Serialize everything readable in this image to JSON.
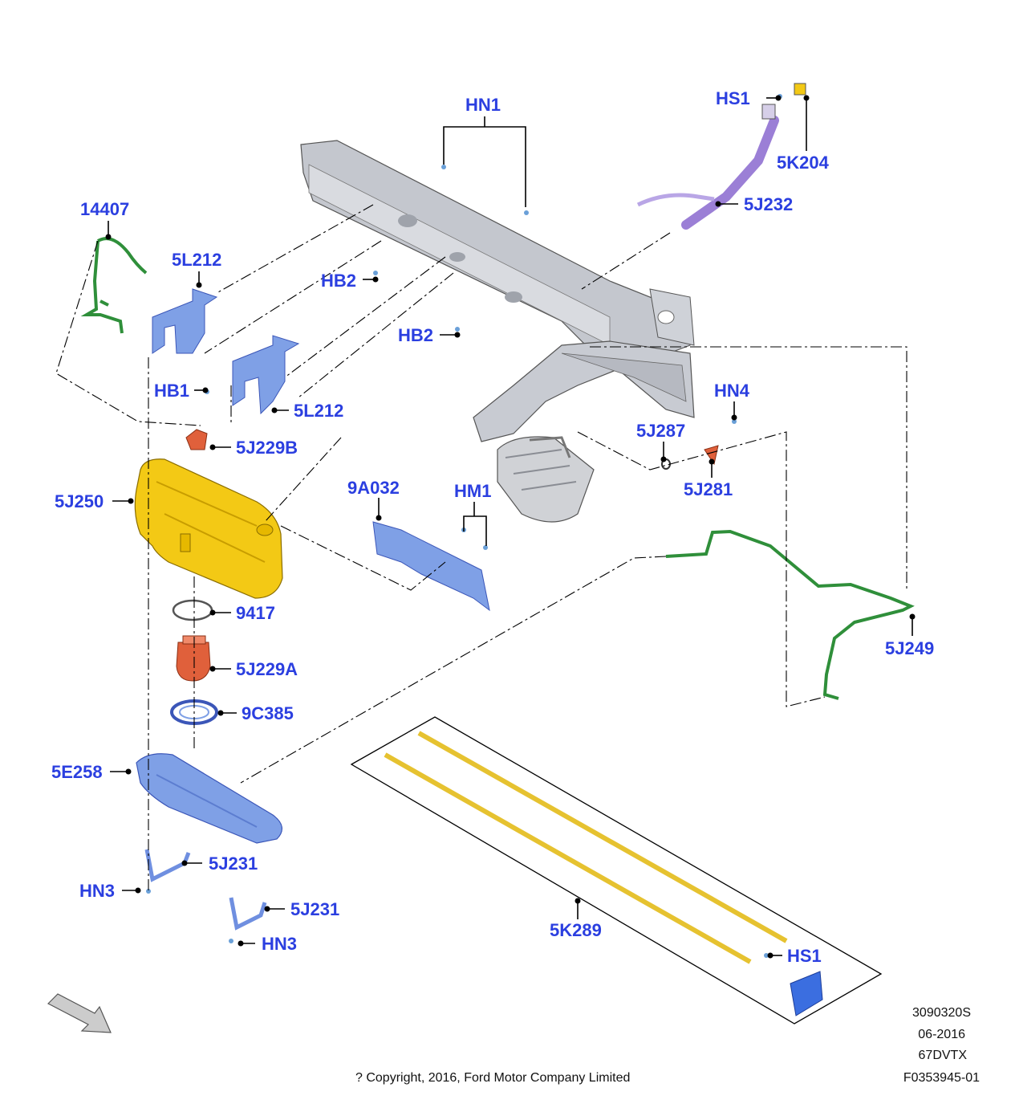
{
  "colors": {
    "callout": "#2b3fe0",
    "frame": "#b9bcc4",
    "tank": "#f3c915",
    "shield": "#7fa0e6",
    "bracket": "#6f8fe0",
    "harness": "#2f8f3a",
    "pump": "#e0603b",
    "filler_pipe": "#9b7fd6",
    "strap": "#e6c230",
    "arrow": "#cccccc"
  },
  "callouts": {
    "hn1": "HN1",
    "hs1_top": "HS1",
    "k204": "5K204",
    "j232": "5J232",
    "c14407": "14407",
    "l212_a": "5L212",
    "hb2_a": "HB2",
    "hb2_b": "HB2",
    "hb1": "HB1",
    "l212_b": "5L212",
    "j229b": "5J229B",
    "hn4": "HN4",
    "j287": "5J287",
    "j281": "5J281",
    "j250": "5J250",
    "a032": "9A032",
    "hm1": "HM1",
    "c9417": "9417",
    "j229a": "5J229A",
    "c385": "9C385",
    "j249": "5J249",
    "e258": "5E258",
    "j231_a": "5J231",
    "hn3_a": "HN3",
    "j231_b": "5J231",
    "hn3_b": "HN3",
    "k289": "5K289",
    "hs1_bottom": "HS1"
  },
  "footer": {
    "code1": "3090320S",
    "date": "06-2016",
    "code2": "67DVTX",
    "code3": "F0353945-01",
    "copyright": "? Copyright, 2016, Ford Motor Company Limited"
  },
  "icons": [
    "direction-arrow-icon"
  ]
}
